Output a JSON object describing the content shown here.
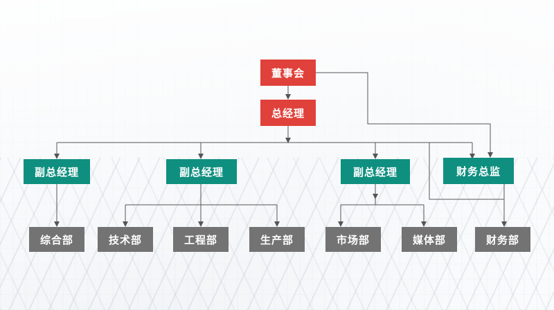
{
  "colors": {
    "top_level": "#e0413a",
    "mid_level": "#0f8f7f",
    "department": "#737373",
    "connector": "#555555"
  },
  "nodes": {
    "board": "董事会",
    "gm": "总经理",
    "vp1": "副总经理",
    "vp2": "副总经理",
    "vp3": "副总经理",
    "finance_director": "财务总监",
    "general_affairs": "综合部",
    "technology": "技术部",
    "engineering": "工程部",
    "production": "生产部",
    "marketing": "市场部",
    "media": "媒体部",
    "finance": "财务部"
  }
}
